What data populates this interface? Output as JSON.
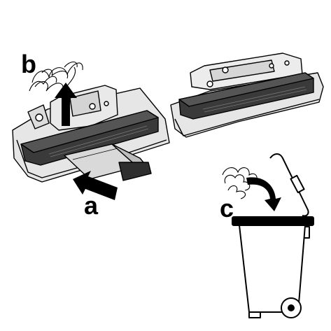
{
  "steps": {
    "a": "a",
    "b": "b",
    "c": "c"
  },
  "icons": [
    "nozzle-assembly-open",
    "nozzle-assembly-closed",
    "strip-insert",
    "arrow-push",
    "arrow-pull",
    "lint-clump",
    "waste-bin"
  ],
  "colors": {
    "outline": "#000000",
    "housing_light": "#e6e6e6",
    "housing_mid": "#cfcfcf",
    "housing_dark": "#3a3a3a",
    "strip": "#d9d9d9",
    "arrow": "#000000"
  }
}
